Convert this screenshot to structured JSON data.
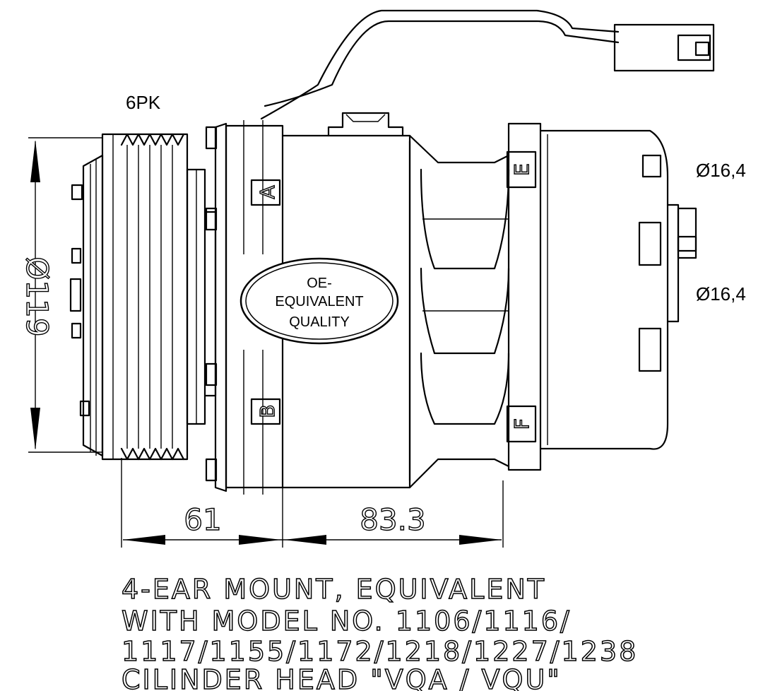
{
  "labels": {
    "belt": "6PK",
    "diameter_main": "Ø119",
    "fitting_top": "Ø16,4",
    "fitting_bottom": "Ø16,4",
    "badge_line1": "OE-",
    "badge_line2": "EQUIVALENT",
    "badge_line3": "QUALITY",
    "port_a": "A",
    "port_b": "B",
    "port_e": "E",
    "port_f": "F",
    "dim_left": "61",
    "dim_right": "83.3"
  },
  "notes": [
    "4-EAR MOUNT, EQUIVALENT",
    "WITH MODEL NO. 1106/1116/",
    "1117/1155/1172/1218/1227/1238",
    "CILINDER HEAD \"VQA / VQU\""
  ],
  "colors": {
    "line": "#000000",
    "background": "#ffffff"
  }
}
